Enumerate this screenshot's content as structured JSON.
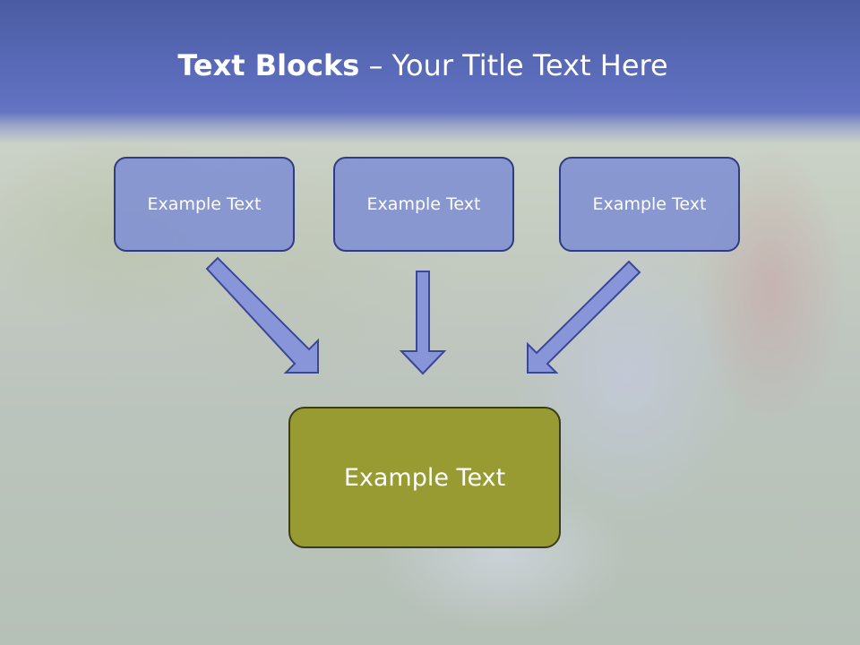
{
  "slide": {
    "title_bold": "Text Blocks",
    "title_dash": " – ",
    "title_rest": "Your Title Text Here"
  },
  "blocks": [
    {
      "label": "Example Text"
    },
    {
      "label": "Example Text"
    },
    {
      "label": "Example Text"
    }
  ],
  "target": {
    "label": "Example Text"
  },
  "colors": {
    "title_band": "#5b6cbb",
    "top_box_fill": "#8090d2",
    "top_box_border": "#2f3b82",
    "bottom_box_fill": "#989a32",
    "bottom_box_border": "#3a3d1a",
    "arrow_fill": "#8895d8",
    "arrow_stroke": "#3a4796"
  }
}
